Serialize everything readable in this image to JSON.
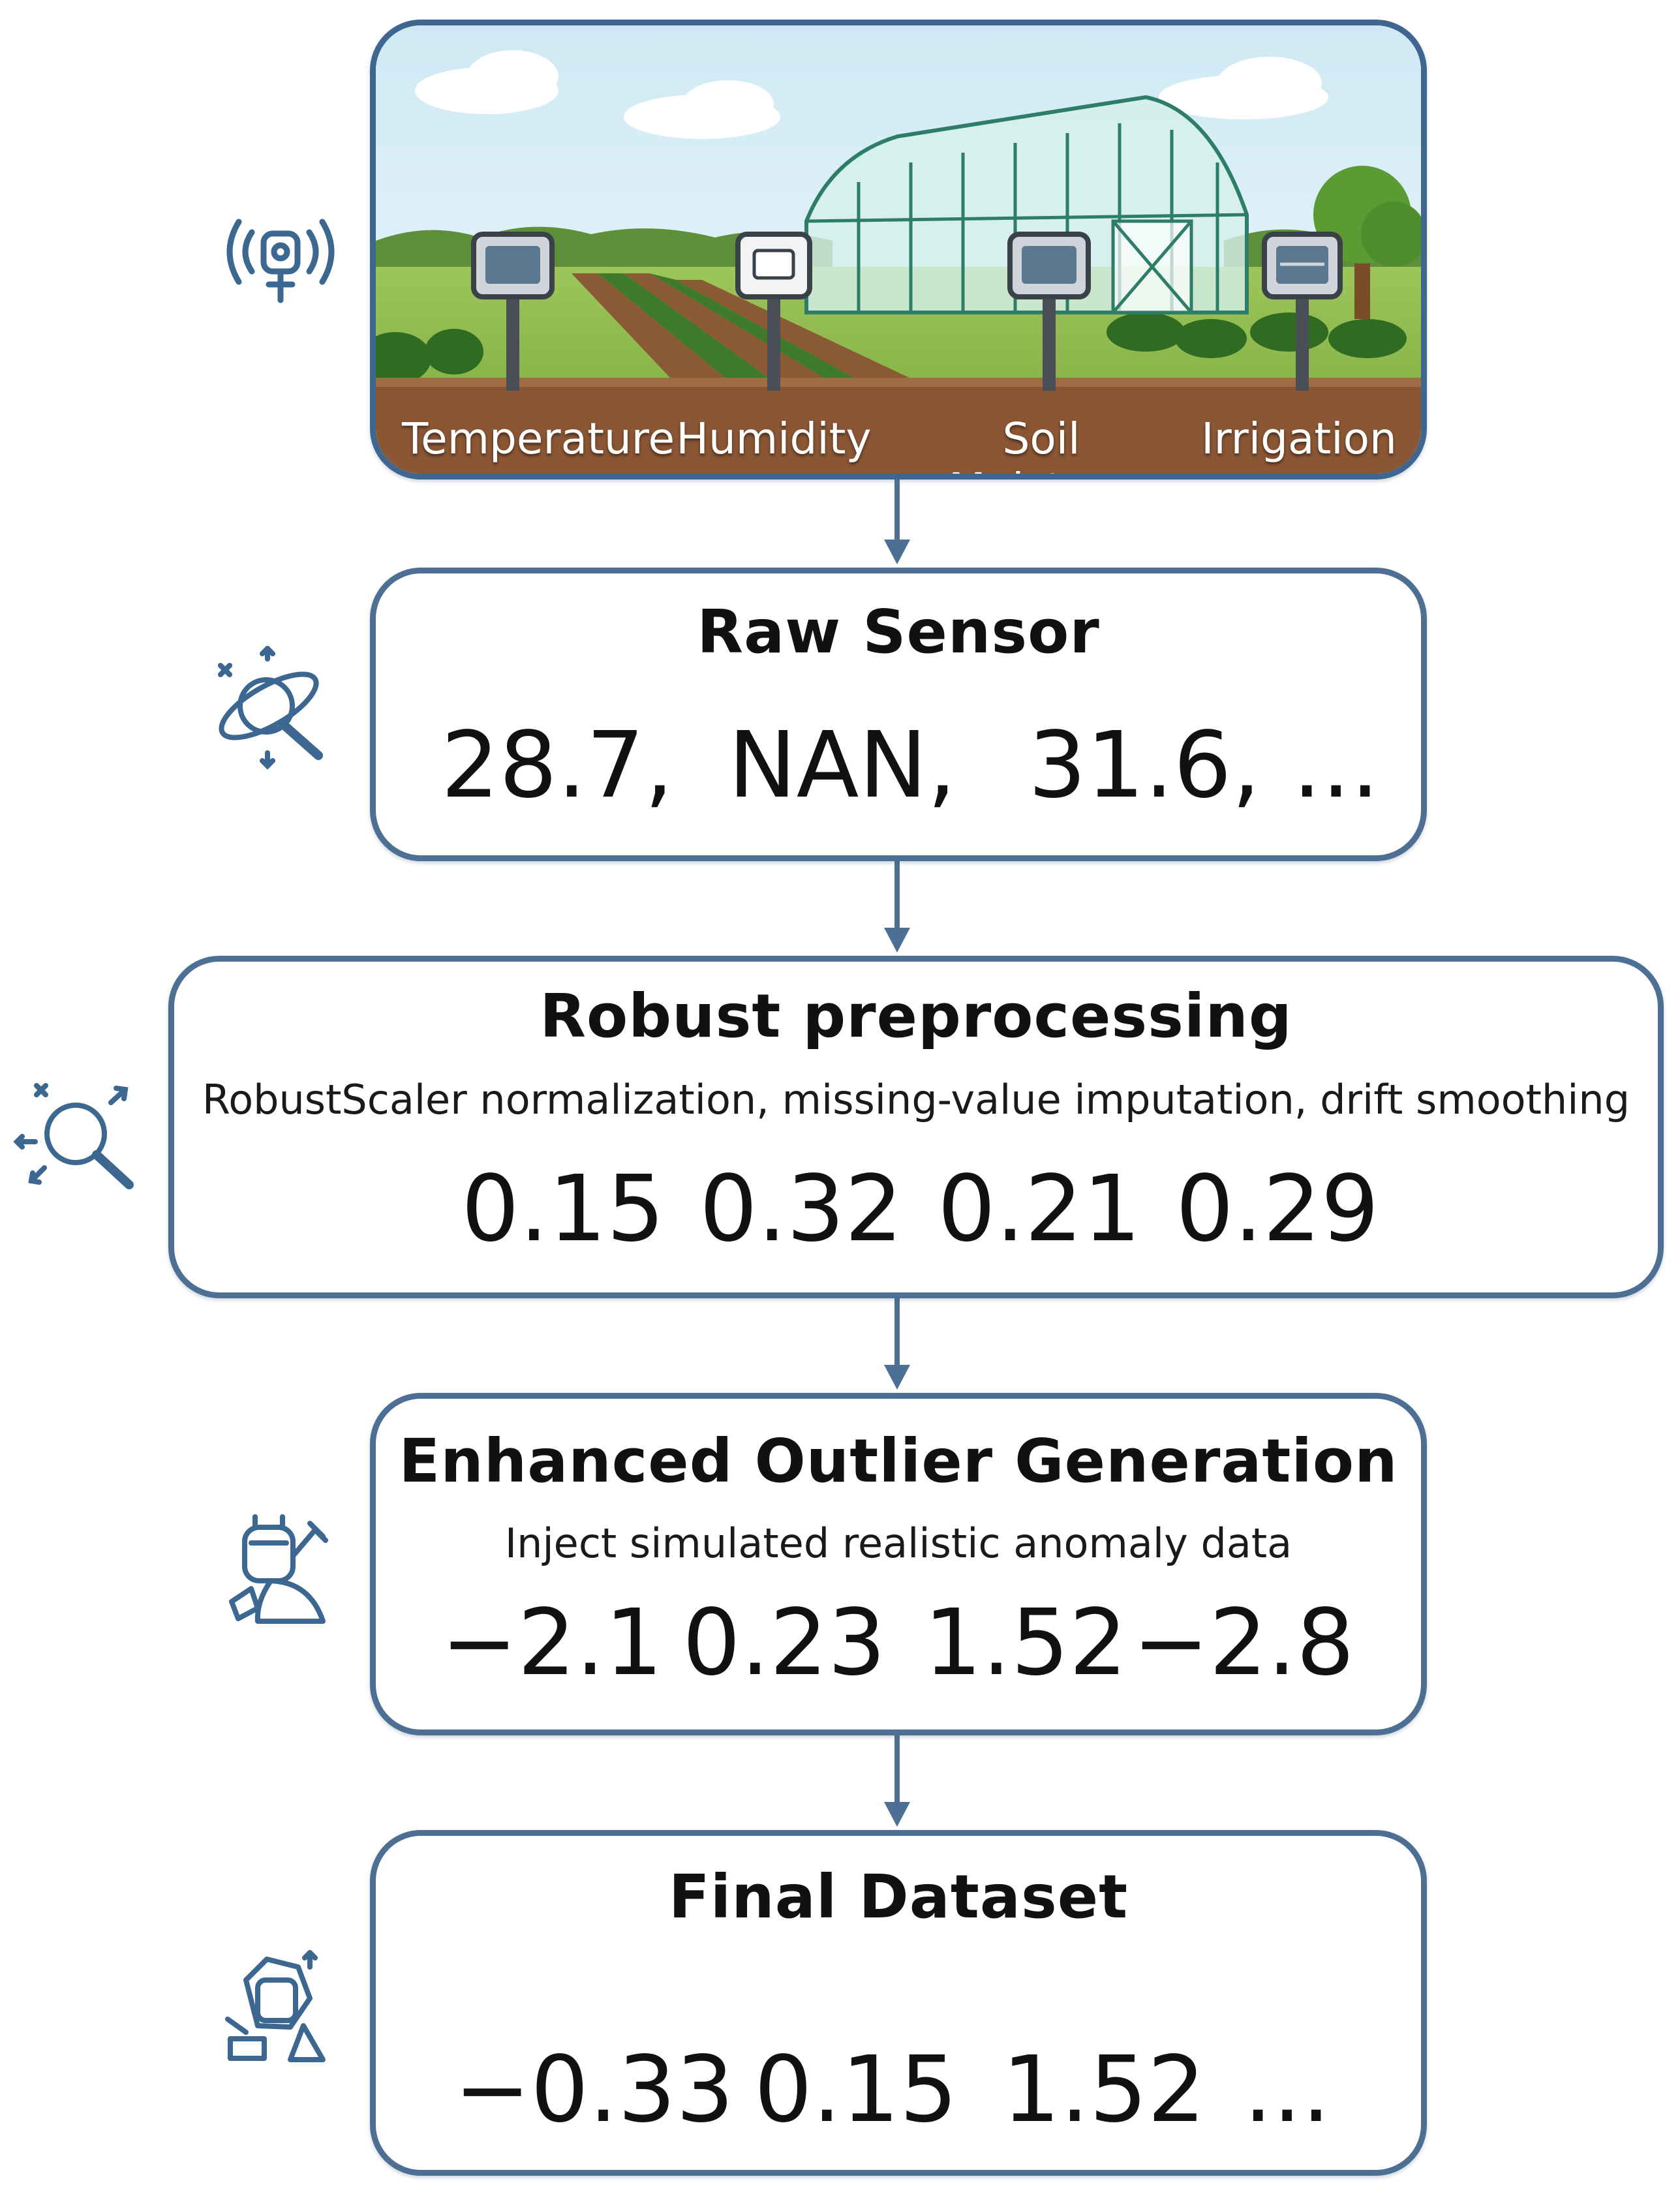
{
  "scene": {
    "labels": [
      "Temperature",
      "Humidity",
      "Soil Moisture",
      "Irrigation"
    ]
  },
  "steps": [
    {
      "title": "Raw Sensor",
      "values": [
        "28.7,",
        "NAN,",
        "31.6,",
        "..."
      ]
    },
    {
      "title": "Robust preprocessing",
      "subtitle": "RobustScaler normalization, missing-value imputation, drift smoothing",
      "values": [
        "0.15",
        "0.32",
        "0.21",
        "0.29"
      ]
    },
    {
      "title": "Enhanced Outlier Generation",
      "subtitle": "Inject simulated realistic anomaly data",
      "values": [
        "−2.1",
        "0.23",
        "1.52",
        "−2.8"
      ]
    },
    {
      "title": "Final Dataset",
      "values": [
        "−0.33",
        "0.15",
        "1.52",
        "..."
      ]
    }
  ],
  "icons": [
    "sensor-signal-icon",
    "magnifier-orbit-icon",
    "magnifier-arrows-icon",
    "robot-arm-icon",
    "robot-loop-icon"
  ],
  "colors": {
    "border": "#4d6f93",
    "arrow": "#4d6f93",
    "icon": "#3b6790"
  }
}
